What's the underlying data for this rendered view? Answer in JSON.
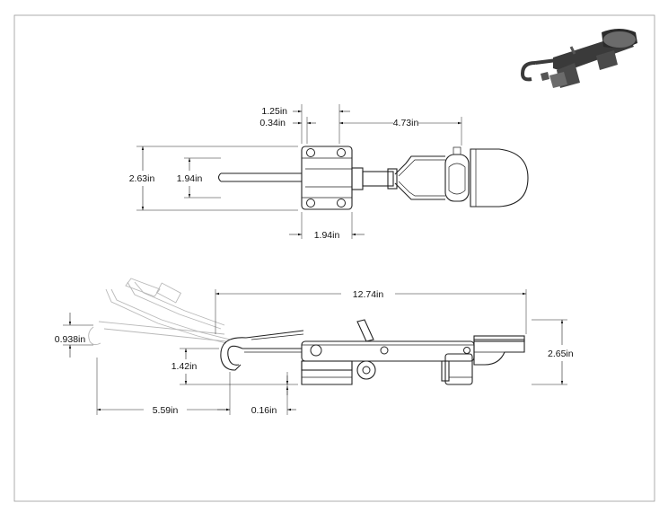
{
  "dimensions": {
    "top_view": {
      "width_1": "1.25in",
      "width_2": "0.34in",
      "length_right": "4.73in",
      "height_overall": "2.63in",
      "height_inner": "1.94in",
      "base_width": "1.94in"
    },
    "side_view": {
      "length_overall": "12.74in",
      "hook_drop": "0.938in",
      "height_overall": "2.65in",
      "hook_height": "1.42in",
      "open_reach": "5.59in",
      "hook_offset": "0.16in"
    }
  },
  "colors": {
    "line": "#222222",
    "ghost": "#b8b8b8",
    "frame": "#999999",
    "iso_dark": "#3a3a3a",
    "iso_mid": "#6b6b6b"
  }
}
